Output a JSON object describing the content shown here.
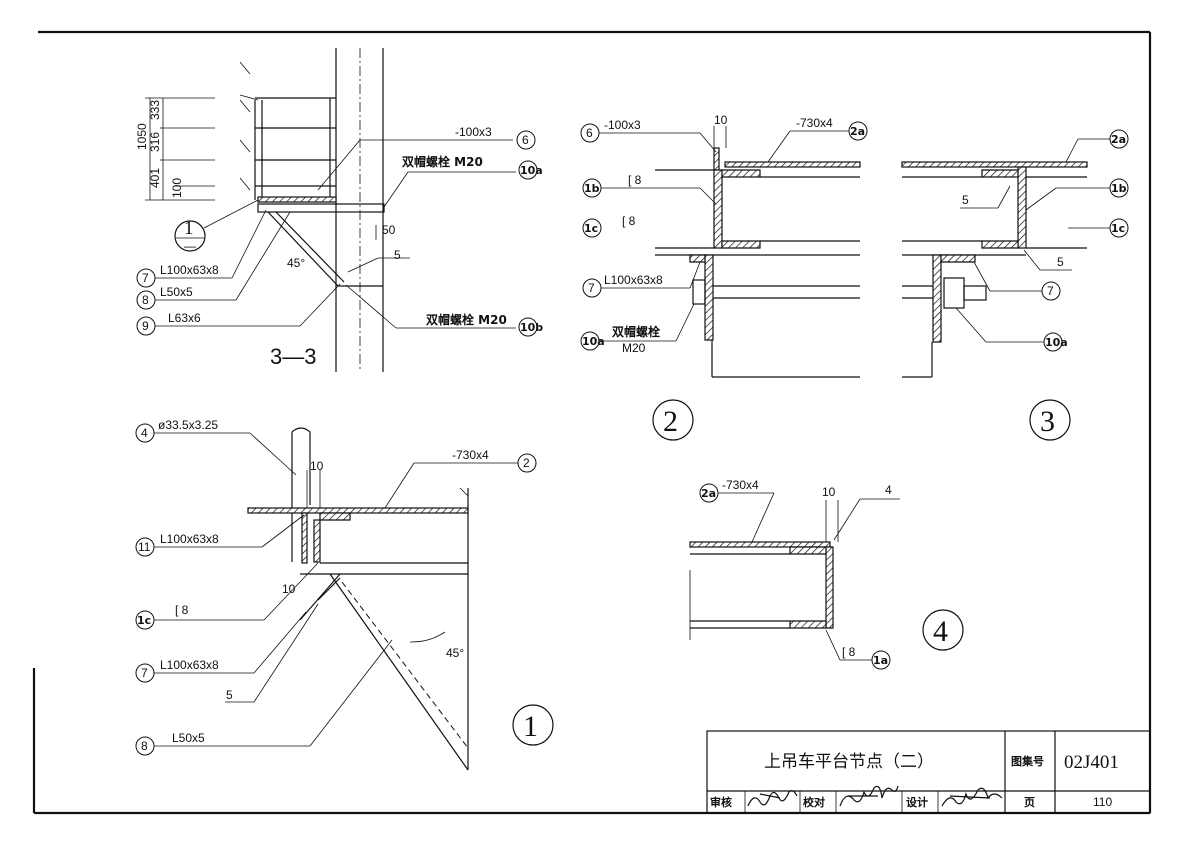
{
  "title_block": {
    "title": "上吊车平台节点（二）",
    "atlas_label": "图集号",
    "atlas_code": "02J401",
    "page_label": "页",
    "page_number": "110",
    "review_label": "审核",
    "check_label": "校对",
    "design_label": "设计"
  },
  "section_33": {
    "caption": "3—3",
    "dims": [
      "1050",
      "333",
      "316",
      "401",
      "100",
      "50",
      "45°"
    ],
    "labels": {
      "plate": "-100x3",
      "bolt_a": "双帽螺栓 M20",
      "bolt_b": "双帽螺栓 M20",
      "angle_7": "L100x63x8",
      "angle_8": "L50x5",
      "angle_9": "L63x6",
      "weld": "5"
    },
    "markers": [
      "6",
      "10a",
      "10b",
      "7",
      "8",
      "9"
    ],
    "detail_ref_top": "1",
    "detail_ref_bottom": "—"
  },
  "detail_1": {
    "number": "1",
    "labels": {
      "pipe": "ø33.5x3.25",
      "plate": "-730x4",
      "angle_11": "L100x63x8",
      "channel": "[ 8",
      "angle_7": "L100x63x8",
      "weld": "5",
      "angle_8": "L50x5",
      "dim_10a": "10",
      "dim_10b": "10",
      "angle": "45°"
    },
    "markers": [
      "4",
      "2",
      "11",
      "1c",
      "7",
      "8"
    ]
  },
  "detail_2": {
    "number": "2",
    "labels": {
      "plate_6": "-100x3",
      "plate_2a": "-730x4",
      "channel_1b": "[ 8",
      "channel_1c": "[ 8",
      "angle_7": "L100x63x8",
      "bolt": "双帽螺栓",
      "bolt_size": "M20",
      "dim": "10"
    },
    "markers": [
      "6",
      "2a",
      "1b",
      "1c",
      "7",
      "10a"
    ]
  },
  "detail_3": {
    "number": "3",
    "labels": {
      "weld_a": "5",
      "weld_b": "5"
    },
    "markers": [
      "2a",
      "1b",
      "1c",
      "7",
      "10a"
    ]
  },
  "detail_4": {
    "number": "4",
    "labels": {
      "plate": "-730x4",
      "dim": "10",
      "weld": "4",
      "channel": "[ 8"
    },
    "markers": [
      "2a",
      "1a"
    ]
  }
}
